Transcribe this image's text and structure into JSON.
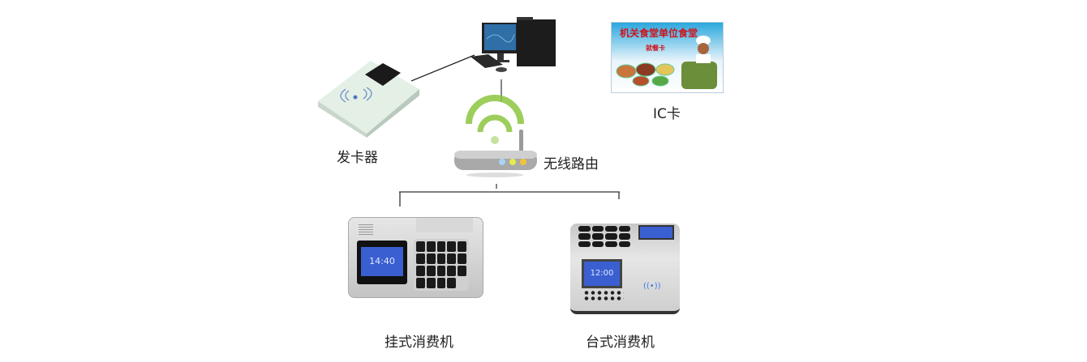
{
  "diagram": {
    "nodes": {
      "card_issuer": {
        "label": "发卡器"
      },
      "computer": {
        "label": ""
      },
      "router": {
        "label": "无线路由"
      },
      "ic_card": {
        "label": "IC卡",
        "card_title": "机关食堂单位食堂",
        "card_subtitle": "就餐卡"
      },
      "wall_terminal": {
        "label": "挂式消费机",
        "screen_time": "14:40"
      },
      "desk_terminal": {
        "label": "台式消费机",
        "screen_time": "12:00"
      }
    },
    "colors": {
      "wifi": "#8cc63f",
      "card_title": "#d0121b",
      "screen": "#3a5fd0",
      "line": "#222222"
    }
  }
}
